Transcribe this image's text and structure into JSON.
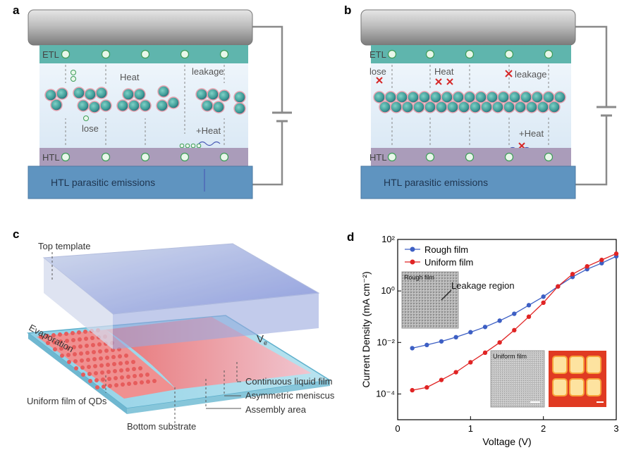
{
  "panel_a": {
    "letter": "a",
    "etl": "ETL",
    "htl": "HTL",
    "heat": "Heat",
    "leakage": "leakage",
    "lose": "lose",
    "plus_heat": "+Heat",
    "base_label": "HTL parasitic emissions"
  },
  "panel_b": {
    "letter": "b",
    "etl": "ETL",
    "htl": "HTL",
    "heat": "Heat",
    "leakage": "leakage",
    "lose": "lose",
    "plus_heat": "+Heat",
    "base_label": "HTL parasitic emissions"
  },
  "panel_c": {
    "letter": "c",
    "top_template": "Top template",
    "evaporation": "Evaporation",
    "velocity": "V",
    "velocity_sub": "e",
    "continuous_film": "Continuous liquid film",
    "meniscus": "Asymmetric meniscus",
    "assembly": "Assembly area",
    "uniform_film": "Uniform film of QDs",
    "bottom_substrate": "Bottom substrate"
  },
  "panel_d": {
    "letter": "d",
    "inset_rough": "Rough film",
    "inset_uniform": "Uniform film",
    "leakage_region": "Leakage region"
  },
  "colors": {
    "rough": "#3d5fc4",
    "uniform": "#e02424",
    "etl_band": "#5fb5ad",
    "htl_band": "#aa9cba",
    "base_block": "#5f94c0",
    "electrode": "#9a9a9a"
  },
  "chart_data": {
    "type": "line",
    "xlabel": "Voltage (V)",
    "ylabel": "Current Density (mA cm⁻²)",
    "xlim": [
      0,
      3
    ],
    "ylim_log10": [
      -5,
      2
    ],
    "y_scale": "log",
    "x_ticks": [
      "0",
      "1",
      "2",
      "3"
    ],
    "y_ticks": [
      "10⁻⁴",
      "10⁻²",
      "10⁰",
      "10²"
    ],
    "legend_position": "top-left",
    "series": [
      {
        "name": "Rough film",
        "color": "#3d5fc4",
        "x": [
          0.2,
          0.4,
          0.6,
          0.8,
          1.0,
          1.2,
          1.4,
          1.6,
          1.8,
          2.0,
          2.2,
          2.4,
          2.6,
          2.8,
          3.0
        ],
        "y": [
          0.006,
          0.008,
          0.011,
          0.016,
          0.025,
          0.04,
          0.07,
          0.13,
          0.28,
          0.6,
          1.5,
          3.5,
          7,
          12,
          22
        ]
      },
      {
        "name": "Uniform film",
        "color": "#e02424",
        "x": [
          0.2,
          0.4,
          0.6,
          0.8,
          1.0,
          1.2,
          1.4,
          1.6,
          1.8,
          2.0,
          2.2,
          2.4,
          2.6,
          2.8,
          3.0
        ],
        "y": [
          0.00014,
          0.00018,
          0.00035,
          0.0007,
          0.0017,
          0.004,
          0.01,
          0.03,
          0.1,
          0.35,
          1.5,
          4.5,
          9,
          16,
          28
        ]
      }
    ]
  }
}
